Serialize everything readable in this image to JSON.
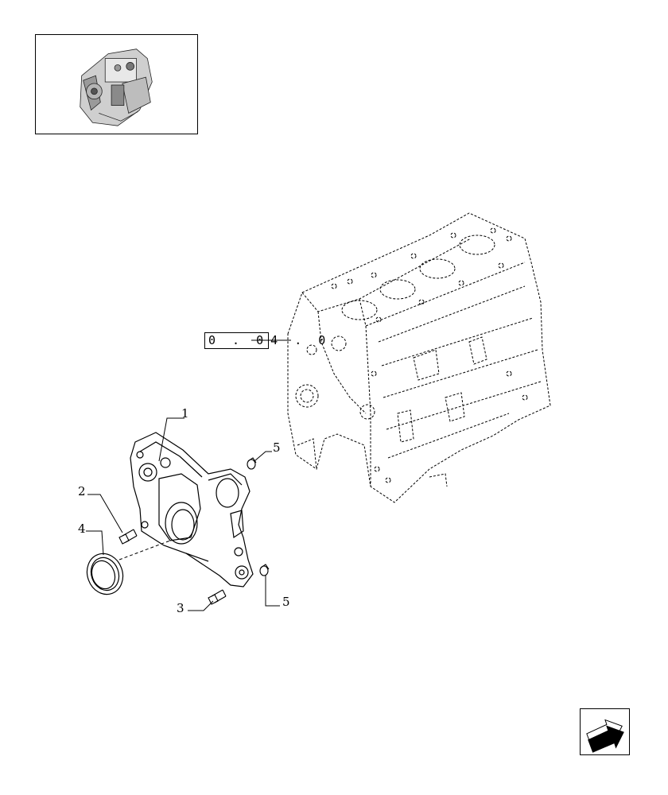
{
  "reference": {
    "prefix": "0 . 0",
    "suffix": "4 . 0"
  },
  "callouts": [
    {
      "id": "1",
      "label": "1"
    },
    {
      "id": "2",
      "label": "2"
    },
    {
      "id": "3",
      "label": "3"
    },
    {
      "id": "4",
      "label": "4"
    },
    {
      "id": "5a",
      "label": "5"
    },
    {
      "id": "5b",
      "label": "5"
    }
  ],
  "icons": {
    "thumbnail": "engine-thumbnail-icon",
    "navigation": "next-page-arrow-icon"
  },
  "colors": {
    "line": "#000000",
    "background": "#ffffff"
  }
}
